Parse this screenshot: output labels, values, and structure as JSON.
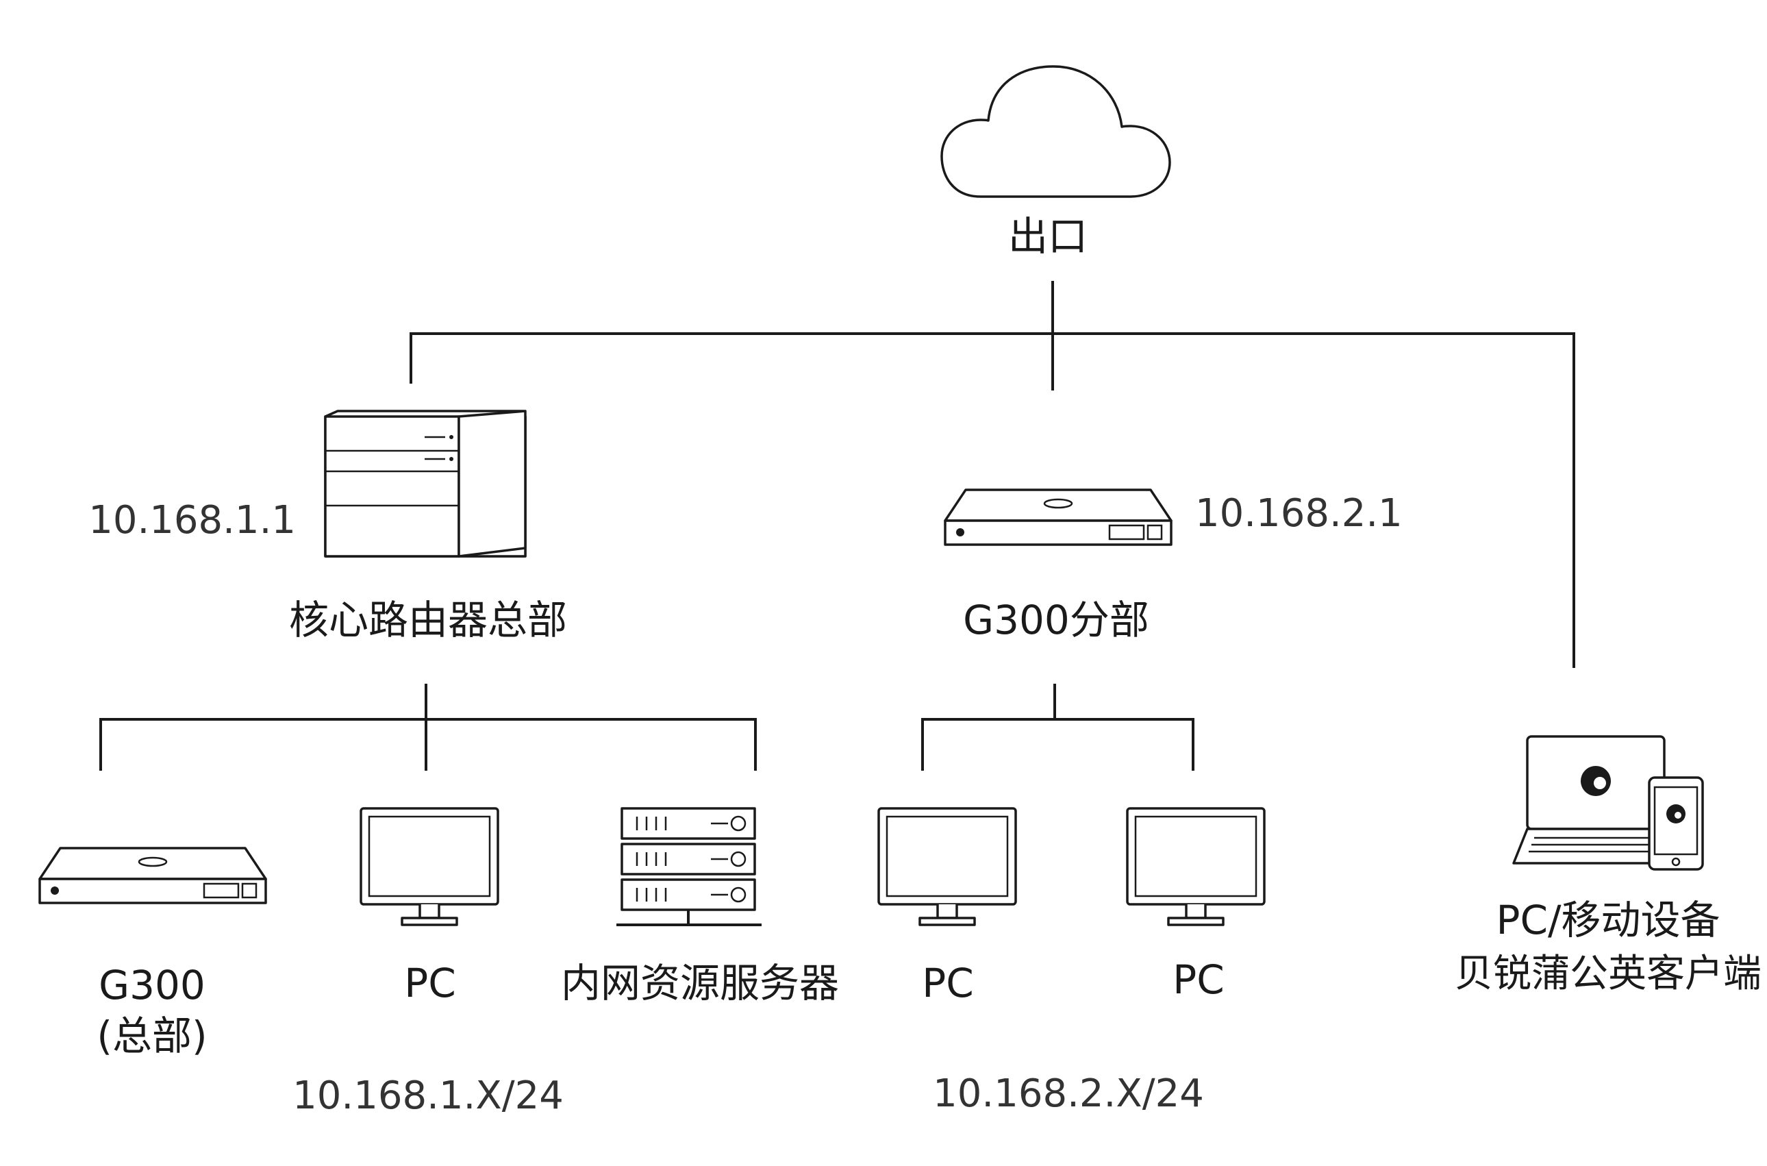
{
  "nodes": {
    "exit": {
      "label": "出口",
      "icon": "cloud-icon"
    },
    "core": {
      "label": "核心路由器总部",
      "ip": "10.168.1.1",
      "icon": "server-cabinet-icon"
    },
    "branch": {
      "label": "G300分部",
      "ip": "10.168.2.1",
      "icon": "gateway-router-icon"
    },
    "hq_g300": {
      "label_line1": "G300",
      "label_line2": "(总部)",
      "icon": "gateway-router-icon"
    },
    "hq_pc": {
      "label": "PC",
      "icon": "monitor-icon"
    },
    "hq_server": {
      "label": "内网资源服务器",
      "icon": "rack-server-icon"
    },
    "br_pc1": {
      "label": "PC",
      "icon": "monitor-icon"
    },
    "br_pc2": {
      "label": "PC",
      "icon": "monitor-icon"
    },
    "mobile": {
      "label_line1": "PC/移动设备",
      "label_line2": "贝锐蒲公英客户端",
      "icon": "laptop-phone-icon"
    }
  },
  "subnets": {
    "hq": "10.168.1.X/24",
    "branch": "10.168.2.X/24"
  },
  "colors": {
    "line": "#1a1a1a",
    "text": "#1a1a1a",
    "ip_text": "#333333",
    "background": "#ffffff"
  }
}
